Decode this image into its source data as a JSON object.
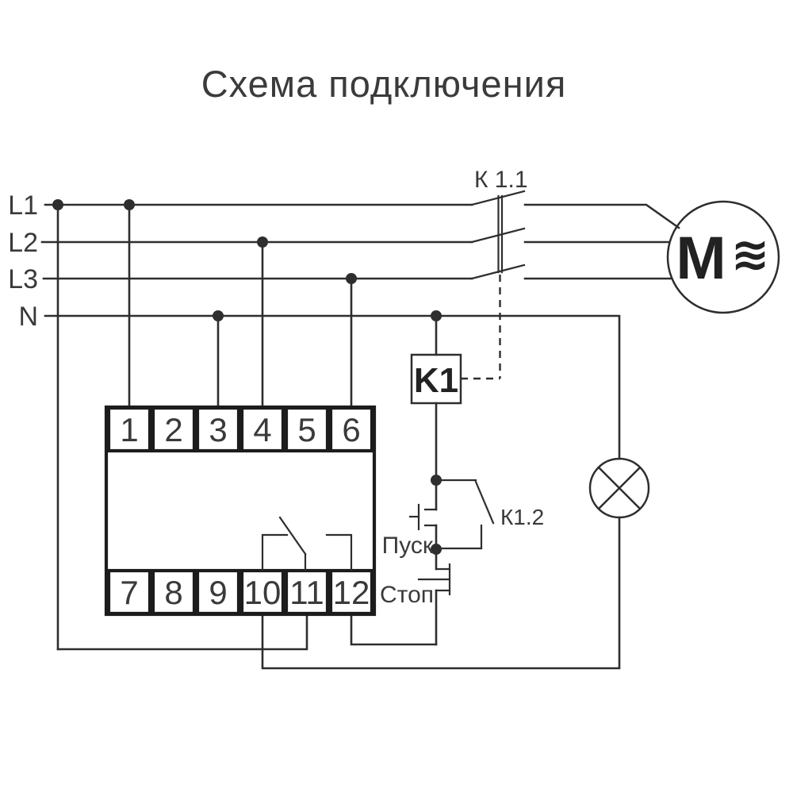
{
  "title": "Схема подключения",
  "colors": {
    "background": "#ffffff",
    "wire": "#2e2e2e",
    "device_border": "#1c1c1c",
    "text": "#3a3a3a"
  },
  "power_lines": {
    "l1": "L1",
    "l2": "L2",
    "l3": "L3",
    "n": "N"
  },
  "contactor": {
    "main_contact_label": "К 1.1",
    "coil_label": "K1",
    "aux_contact_label": "К1.2"
  },
  "buttons": {
    "start": "Пуск",
    "stop": "Стоп"
  },
  "motor": {
    "letter": "M",
    "phase_symbol": "≋"
  },
  "device": {
    "top_terminals": [
      "1",
      "2",
      "3",
      "4",
      "5",
      "6"
    ],
    "bottom_terminals": [
      "7",
      "8",
      "9",
      "10",
      "11",
      "12"
    ]
  }
}
